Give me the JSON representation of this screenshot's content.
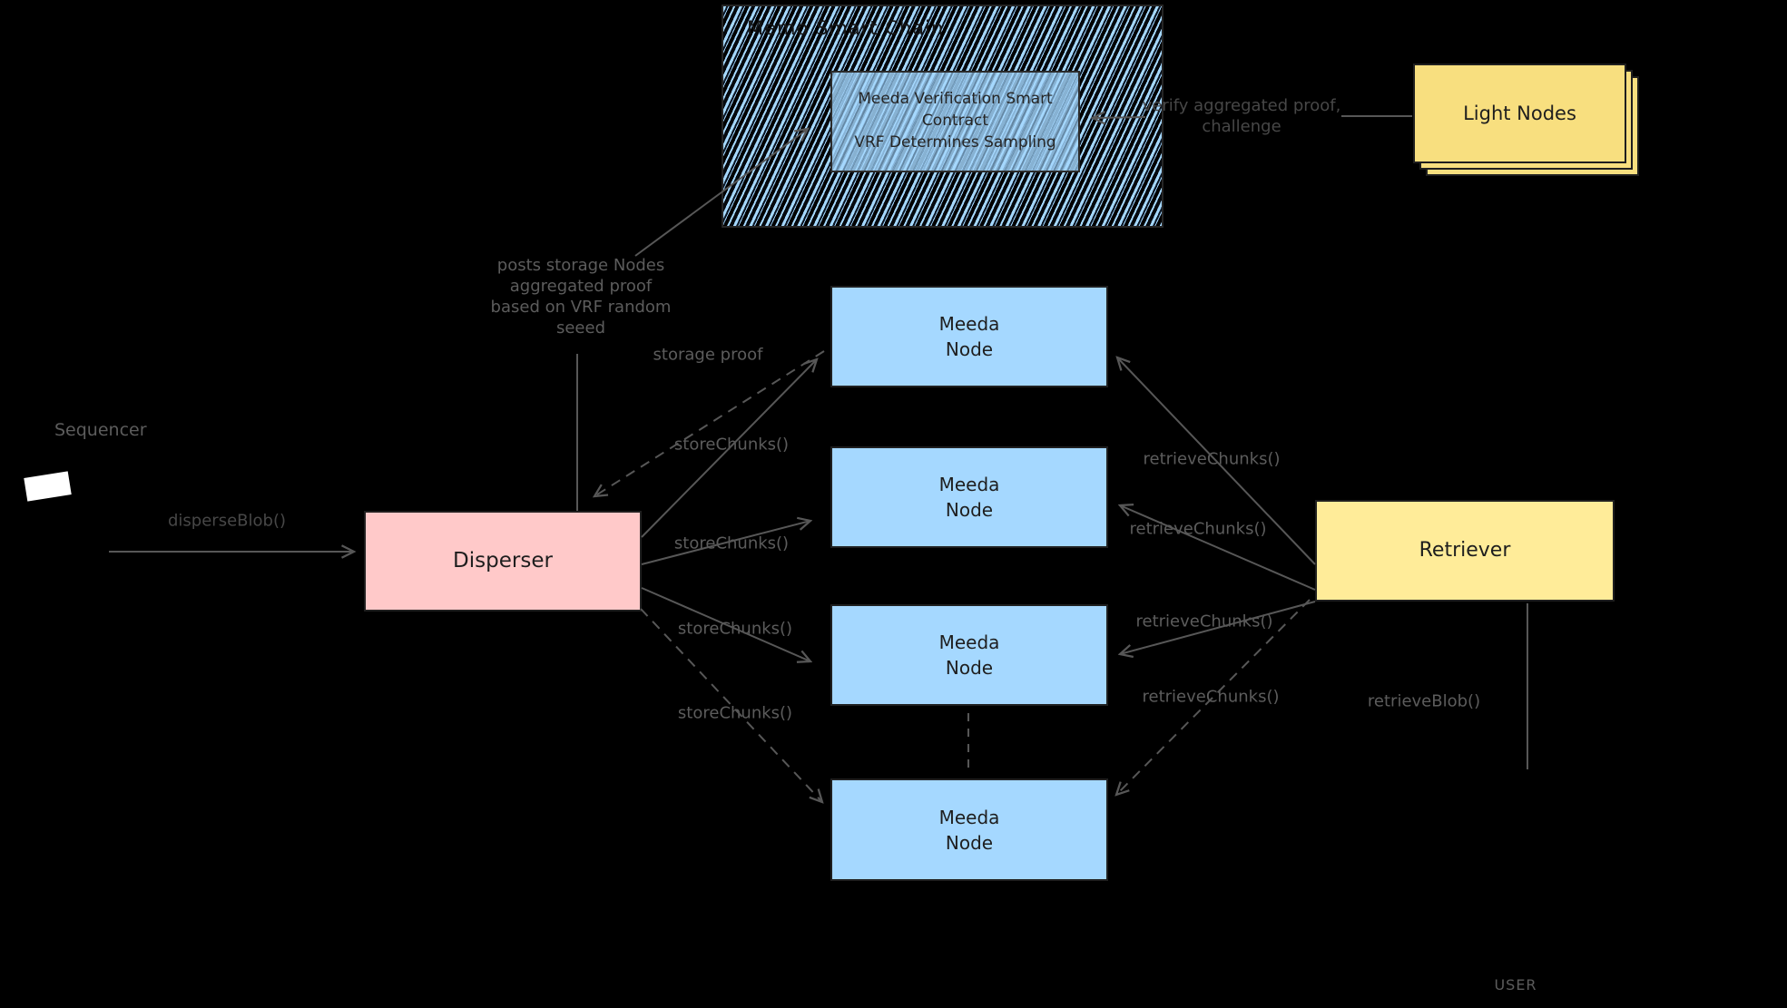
{
  "diagram": {
    "background": "#000000",
    "chain": {
      "title": "Memo Smart Chain",
      "contract_lines": [
        "Meeda Verification Smart",
        "Contract",
        "VRF Determines Sampling"
      ]
    },
    "light_nodes": {
      "label": "Light Nodes"
    },
    "sequencer": {
      "label": "Sequencer"
    },
    "disperser": {
      "label": "Disperser"
    },
    "retriever": {
      "label": "Retriever"
    },
    "user": {
      "label": "USER"
    },
    "meeda_nodes": [
      {
        "line1": "Meeda",
        "line2": "Node"
      },
      {
        "line1": "Meeda",
        "line2": "Node"
      },
      {
        "line1": "Meeda",
        "line2": "Node"
      },
      {
        "line1": "Meeda",
        "line2": "Node"
      }
    ],
    "labels": {
      "verify_line1": "verify aggregated proof,",
      "verify_line2": "challenge",
      "disperse_blob": "disperseBlob()",
      "posts_line1": "posts storage Nodes",
      "posts_line2": "aggregated proof",
      "posts_line3": "based on VRF random",
      "posts_line4": "seeed",
      "storage_proof": "storage proof",
      "retrieve_blob": "retrieveBlob()"
    },
    "store_chunks_labels": [
      "storeChunks()",
      "storeChunks()",
      "storeChunks()",
      "storeChunks()"
    ],
    "retrieve_chunks_labels": [
      "retrieveChunks()",
      "retrieveChunks()",
      "retrieveChunks()",
      "retrieveChunks()"
    ],
    "colors": {
      "node_blue": "#a5d8ff",
      "disperser_pink": "#ffc9c9",
      "retriever_yellow": "#ffec99",
      "light_nodes_yellow": "#f8df7f",
      "label_gray": "#5c5c5c",
      "ink": "#1e1e1e",
      "arrow_gray": "#575757"
    }
  }
}
